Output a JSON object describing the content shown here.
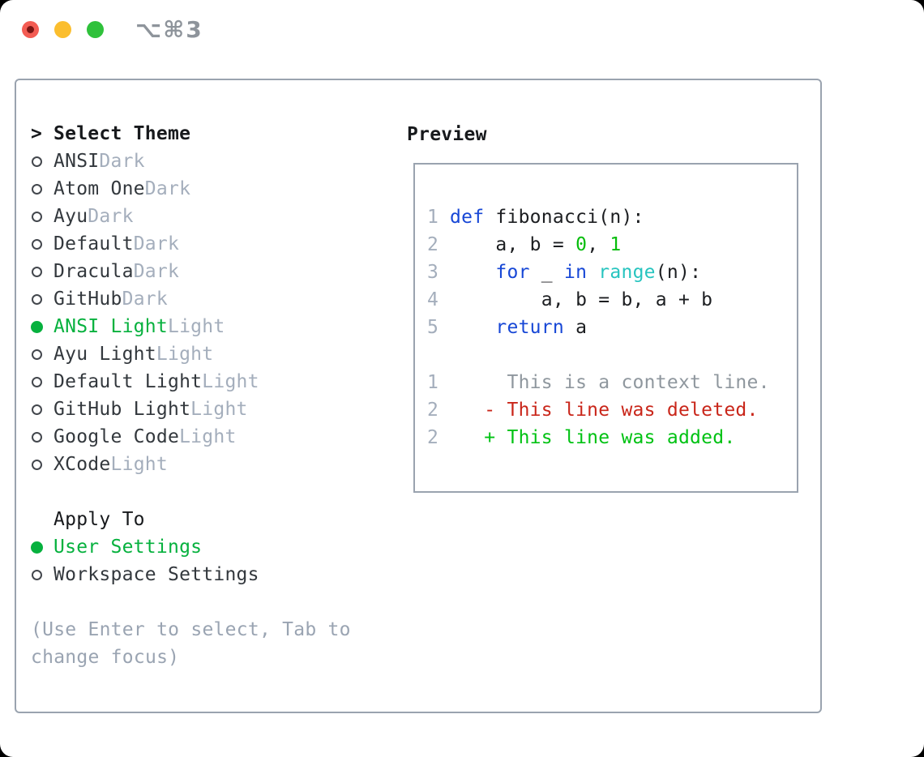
{
  "window": {
    "title_shortcut": "⌥⌘3"
  },
  "colors": {
    "accent_green": "#06b13e",
    "keyword_blue": "#1747d6",
    "builtin_cyan": "#27c4bf",
    "number_green": "#06bd0c",
    "diff_added_green": "#00c213",
    "diff_deleted_red": "#c9261a",
    "context_gray": "#8f979e",
    "muted_gray": "#a4aebc",
    "text_dark": "#33383d",
    "help_gray": "#9aa4b2",
    "border_gray": "#9aa3af",
    "titlebar_gray": "#8e949b",
    "traffic_red": "#f35c53",
    "traffic_red_dot": "#7a1513",
    "traffic_yellow": "#fbbe2e",
    "traffic_green": "#2fc13b"
  },
  "theme_panel": {
    "header": {
      "prefix": ">",
      "label": "Select Theme"
    },
    "themes": [
      {
        "name": "ANSI",
        "variant": "Dark",
        "selected": false
      },
      {
        "name": "Atom One",
        "variant": "Dark",
        "selected": false
      },
      {
        "name": "Ayu",
        "variant": "Dark",
        "selected": false
      },
      {
        "name": "Default",
        "variant": "Dark",
        "selected": false
      },
      {
        "name": "Dracula",
        "variant": "Dark",
        "selected": false
      },
      {
        "name": "GitHub",
        "variant": "Dark",
        "selected": false
      },
      {
        "name": "ANSI Light",
        "variant": "Light",
        "selected": true
      },
      {
        "name": "Ayu Light",
        "variant": "Light",
        "selected": false
      },
      {
        "name": "Default Light",
        "variant": "Light",
        "selected": false
      },
      {
        "name": "GitHub Light",
        "variant": "Light",
        "selected": false
      },
      {
        "name": "Google Code",
        "variant": "Light",
        "selected": false
      },
      {
        "name": "XCode",
        "variant": "Light",
        "selected": false
      }
    ],
    "apply_to": {
      "label": "Apply To",
      "options": [
        {
          "name": "User Settings",
          "selected": true
        },
        {
          "name": "Workspace Settings",
          "selected": false
        }
      ]
    },
    "help_lines": [
      "(Use Enter to select, Tab to",
      "change focus)"
    ]
  },
  "preview": {
    "title": "Preview",
    "lines": [
      {
        "num": "1",
        "kind": "code",
        "segments": [
          {
            "t": "def",
            "c": "keyword"
          },
          {
            "t": " fibonacci(n):",
            "c": "fg"
          }
        ]
      },
      {
        "num": "2",
        "kind": "code",
        "segments": [
          {
            "t": "    a, b = ",
            "c": "fg"
          },
          {
            "t": "0",
            "c": "number"
          },
          {
            "t": ", ",
            "c": "fg"
          },
          {
            "t": "1",
            "c": "number"
          }
        ]
      },
      {
        "num": "3",
        "kind": "code",
        "segments": [
          {
            "t": "    ",
            "c": "fg"
          },
          {
            "t": "for",
            "c": "keyword"
          },
          {
            "t": " _ ",
            "c": "fg"
          },
          {
            "t": "in",
            "c": "keyword"
          },
          {
            "t": " ",
            "c": "fg"
          },
          {
            "t": "range",
            "c": "builtin"
          },
          {
            "t": "(n):",
            "c": "fg"
          }
        ]
      },
      {
        "num": "4",
        "kind": "code",
        "segments": [
          {
            "t": "        a, b = b, a + b",
            "c": "fg"
          }
        ]
      },
      {
        "num": "5",
        "kind": "code",
        "segments": [
          {
            "t": "    ",
            "c": "fg"
          },
          {
            "t": "return",
            "c": "keyword"
          },
          {
            "t": " a",
            "c": "fg"
          }
        ]
      },
      {
        "num": "",
        "kind": "blank",
        "segments": []
      },
      {
        "num": "1",
        "kind": "diff-context",
        "segments": [
          {
            "t": "     This is a context line.",
            "c": "context"
          }
        ]
      },
      {
        "num": "2",
        "kind": "diff-deleted",
        "segments": [
          {
            "t": "   ",
            "c": "fg"
          },
          {
            "t": "- This line was deleted.",
            "c": "deleted"
          }
        ]
      },
      {
        "num": "2",
        "kind": "diff-added",
        "segments": [
          {
            "t": "   ",
            "c": "fg"
          },
          {
            "t": "+ This line was added.",
            "c": "added"
          }
        ]
      }
    ]
  }
}
